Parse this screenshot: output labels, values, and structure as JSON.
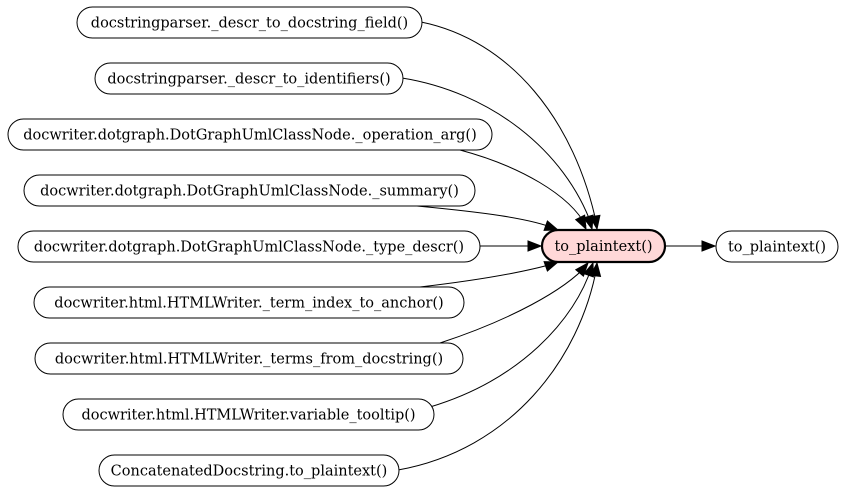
{
  "graph": {
    "focus_node": {
      "id": "focus",
      "label": "to_plaintext()",
      "fill_color": "#ffd8d8"
    },
    "callers": [
      {
        "id": "c0",
        "label": "docstringparser._descr_to_docstring_field()"
      },
      {
        "id": "c1",
        "label": "docstringparser._descr_to_identifiers()"
      },
      {
        "id": "c2",
        "label": "docwriter.dotgraph.DotGraphUmlClassNode._operation_arg()"
      },
      {
        "id": "c3",
        "label": "docwriter.dotgraph.DotGraphUmlClassNode._summary()"
      },
      {
        "id": "c4",
        "label": "docwriter.dotgraph.DotGraphUmlClassNode._type_descr()"
      },
      {
        "id": "c5",
        "label": "docwriter.html.HTMLWriter._term_index_to_anchor()"
      },
      {
        "id": "c6",
        "label": "docwriter.html.HTMLWriter._terms_from_docstring()"
      },
      {
        "id": "c7",
        "label": "docwriter.html.HTMLWriter.variable_tooltip()"
      },
      {
        "id": "c8",
        "label": "ConcatenatedDocstring.to_plaintext()"
      }
    ],
    "callees": [
      {
        "id": "t0",
        "label": "to_plaintext()"
      }
    ],
    "edges": [
      {
        "from": "c0",
        "to": "focus"
      },
      {
        "from": "c1",
        "to": "focus"
      },
      {
        "from": "c2",
        "to": "focus"
      },
      {
        "from": "c3",
        "to": "focus"
      },
      {
        "from": "c4",
        "to": "focus"
      },
      {
        "from": "c5",
        "to": "focus"
      },
      {
        "from": "c6",
        "to": "focus"
      },
      {
        "from": "c7",
        "to": "focus"
      },
      {
        "from": "c8",
        "to": "focus"
      },
      {
        "from": "focus",
        "to": "t0"
      }
    ]
  }
}
